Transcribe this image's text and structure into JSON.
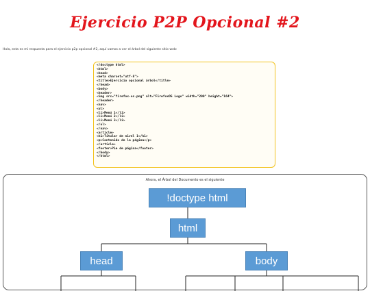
{
  "page": {
    "title": "Ejercicio P2P Opcional #2",
    "intro": "Hola, esta es mi respuesta para el ejercicio p2p opcional #2, aquí vamos a ver el árbol del siguiente sitio web:"
  },
  "code": {
    "lines": [
      "<!doctype html>",
      "<html>",
      "<head>",
      "<meta charset=\"utf-8\">",
      "<title>Ejercicio opcional árbol</title>",
      "</head>",
      "<body>",
      "<header>",
      "<img src=\"firefox-os.png\" alt=\"FirefoxOS Logo\" width=\"200\" height=\"164\">",
      "</header>",
      "<nav>",
      "<ul>",
      "<li>Menú 1</li>",
      "<li>Menú 2</li>",
      "<li>Menú 3</li>",
      "</ul>",
      "</nav>",
      "<article>",
      "<h1>Titular de nivel 1</h1>",
      "<p>Contenido de la página</p>",
      "</article>",
      "<footer>Pie de página</footer>",
      "</body>",
      "</html>"
    ]
  },
  "tree": {
    "caption": "Ahora, el Árbol del Documento es el siguiente",
    "node_color": "#5b9bd5",
    "nodes": {
      "doctype": "!doctype html",
      "html": "html",
      "head": "head",
      "body": "body"
    }
  },
  "colors": {
    "title": "#e3151c",
    "code_border": "#f2c21b",
    "node_fill": "#5b9bd5"
  }
}
